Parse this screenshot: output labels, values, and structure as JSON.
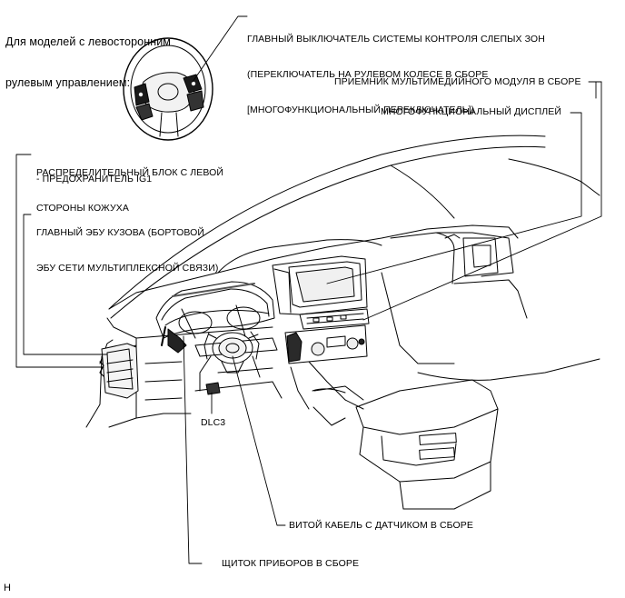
{
  "intro_lines": [
    "Для моделей с левосторонним",
    "рулевым управлением:"
  ],
  "callouts": {
    "blind_spot_switch": [
      "ГЛАВНЫЙ ВЫКЛЮЧАТЕЛЬ СИСТЕМЫ КОНТРОЛЯ СЛЕПЫХ ЗОН",
      "(ПЕРЕКЛЮЧАТЕЛЬ НА РУЛЕВОМ КОЛЕСЕ В СБОРЕ",
      "[МНОГОФУНКЦИОНАЛЬНЫЙ ПЕРЕКЛЮЧАТЕЛЬ])"
    ],
    "multimedia_receiver": "ПРИЕМНИК МУЛЬТИМЕДИЙНОГО МОДУЛЯ В СБОРЕ",
    "multi_display": "МНОГОФУНКЦИОНАЛЬНЫЙ ДИСПЛЕЙ",
    "junction_block": [
      "РАСПРЕДЕЛИТЕЛЬНЫЙ БЛОК С ЛЕВОЙ",
      "СТОРОНЫ КОЖУХА"
    ],
    "fuse_ig1": "- ПРЕДОХРАНИТЕЛЬ IG1",
    "body_ecu": [
      "ГЛАВНЫЙ ЭБУ КУЗОВА (БОРТОВОЙ",
      "ЭБУ СЕТИ МУЛЬТИПЛЕКСНОЙ СВЯЗИ)"
    ],
    "dlc3": "DLC3",
    "spiral_cable": "ВИТОЙ КАБЕЛЬ С ДАТЧИКОМ В СБОРЕ",
    "combination_meter": "ЩИТОК ПРИБОРОВ В СБОРЕ"
  },
  "footer_mark": "H"
}
